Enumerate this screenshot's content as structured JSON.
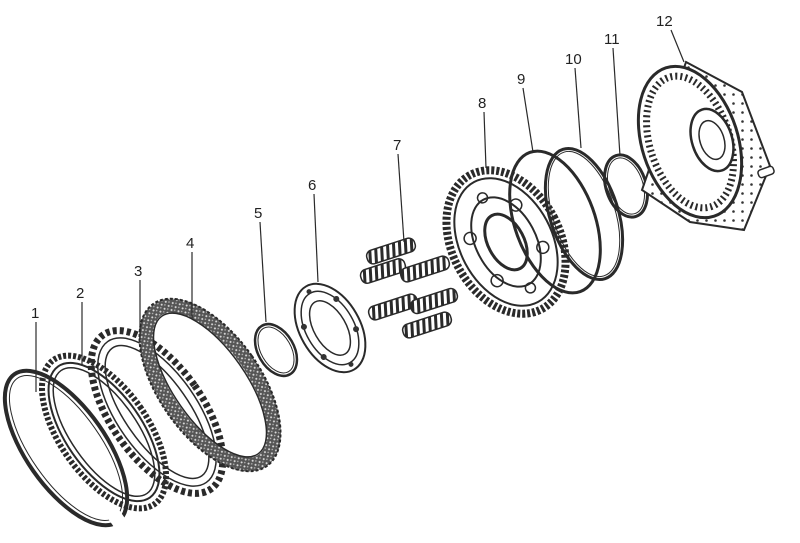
{
  "callouts": [
    {
      "label": "1"
    },
    {
      "label": "2"
    },
    {
      "label": "3"
    },
    {
      "label": "4"
    },
    {
      "label": "5"
    },
    {
      "label": "6"
    },
    {
      "label": "7"
    },
    {
      "label": "8"
    },
    {
      "label": "9"
    },
    {
      "label": "10"
    },
    {
      "label": "11"
    },
    {
      "label": "12"
    }
  ],
  "colors": {
    "ink": "#2a2a2a",
    "background": "#ffffff"
  }
}
